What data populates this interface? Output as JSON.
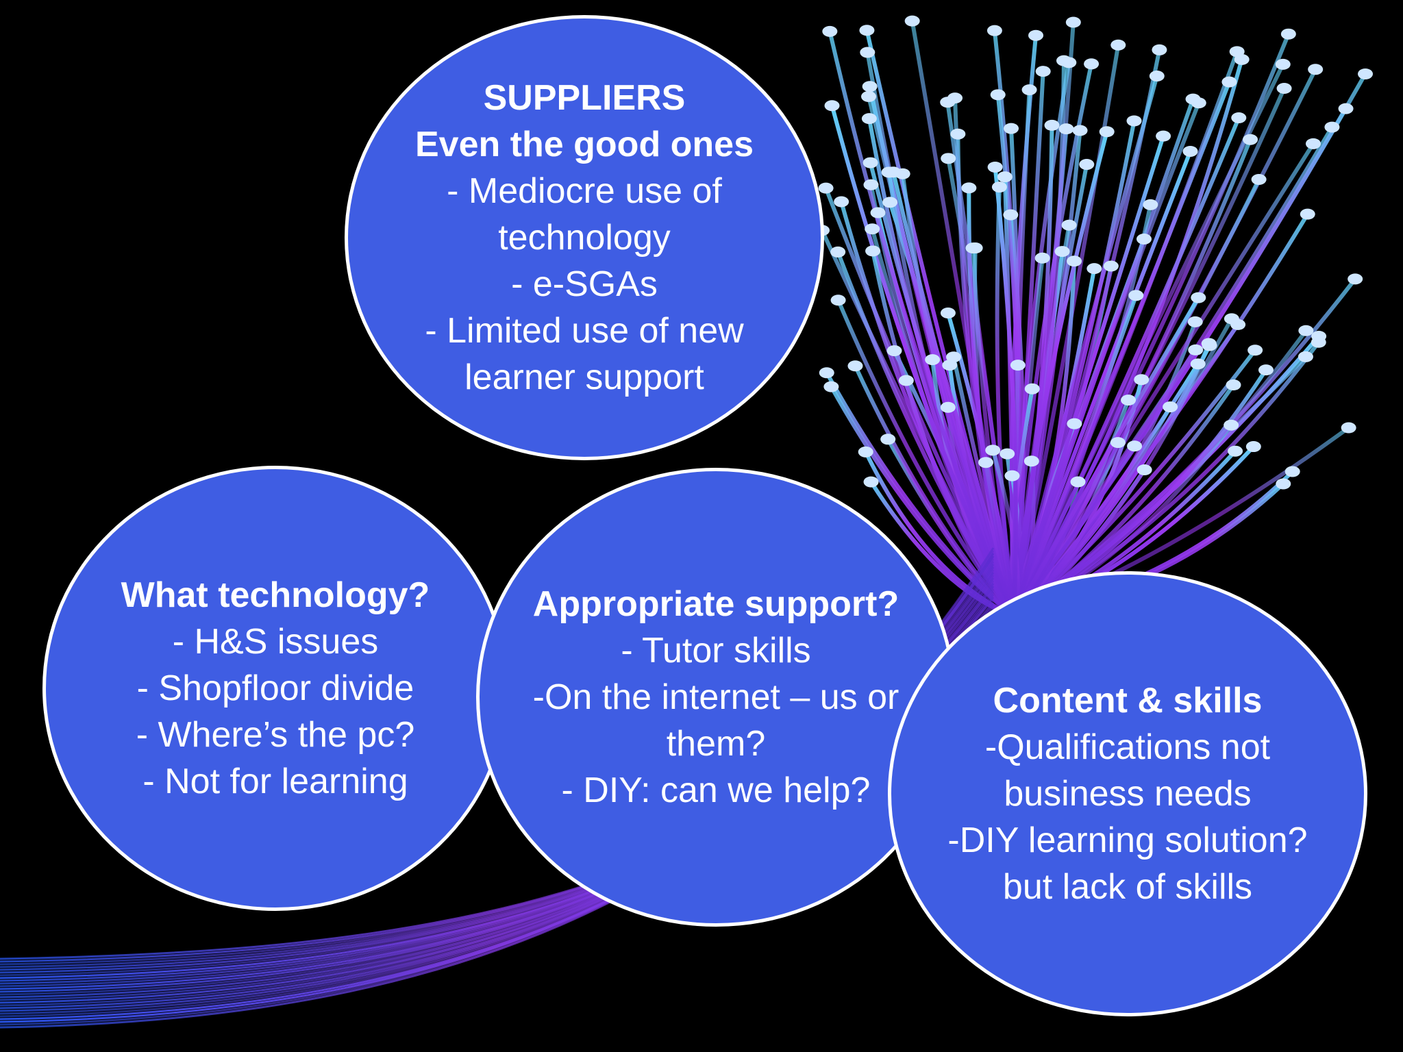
{
  "colors": {
    "background": "#000000",
    "bubble_fill": "#3f5de3",
    "bubble_border": "#ffffff",
    "text": "#ffffff",
    "fiber_cyan": "#5fd3f5",
    "fiber_violet": "#9b3bf0",
    "fiber_blue": "#2b5cff"
  },
  "background_image": "fiber-optic-bundle",
  "bubbles": {
    "suppliers": {
      "heading1": "SUPPLIERS",
      "heading2": "Even the good ones",
      "lines": [
        "- Mediocre use of",
        "technology",
        "- e-SGAs",
        "- Limited use of new",
        "learner support"
      ]
    },
    "technology": {
      "heading": "What technology?",
      "lines": [
        "- H&S issues",
        "- Shopfloor divide",
        "- Where’s the pc?",
        "- Not for learning"
      ]
    },
    "support": {
      "heading": "Appropriate support?",
      "lines": [
        "- Tutor skills",
        "-On the internet – us or",
        "them?",
        "- DIY: can we help?"
      ]
    },
    "content": {
      "heading": "Content & skills",
      "lines": [
        "-Qualifications not",
        "business needs",
        "-DIY learning solution?",
        "but lack of skills"
      ]
    }
  }
}
